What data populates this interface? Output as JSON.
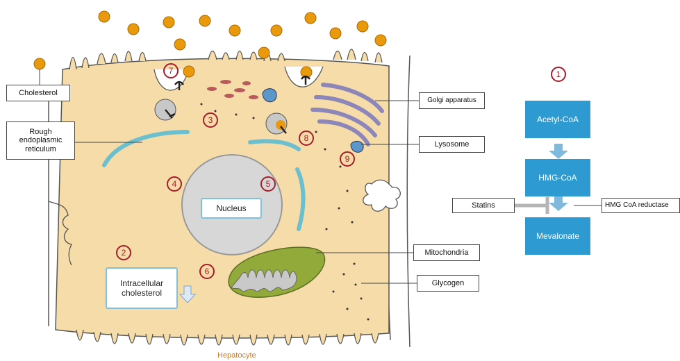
{
  "labels": {
    "cholesterol": "Cholesterol",
    "rough_er": "Rough\nendoplasmic\nreticulum",
    "golgi": "Golgi apparatus",
    "lysosome": "Lysosome",
    "mitochondria": "Mitochondria",
    "glycogen": "Glycogen",
    "nucleus": "Nucleus",
    "intracellular": "Intracellular\ncholesterol",
    "hepatocyte": "Hepatocyte"
  },
  "steps": [
    "1",
    "2",
    "3",
    "4",
    "5",
    "6",
    "7",
    "8",
    "9"
  ],
  "pathway": {
    "acetyl": "Acetyl-CoA",
    "hmg": "HMG-CoA",
    "mevalonate": "Mevalonate",
    "statins": "Statins",
    "reductase": "HMG CoA reductase"
  },
  "colors": {
    "cytoplasm": "#f5dca9",
    "cholesterol": "#e89a0c",
    "step_ring": "#a61c2a",
    "pathway_box": "#2d9bd1",
    "arrow": "#7fb9de",
    "mitochondria": "#92aa3a",
    "er": "#6bbfcf",
    "golgi": "#bcb4dc"
  }
}
